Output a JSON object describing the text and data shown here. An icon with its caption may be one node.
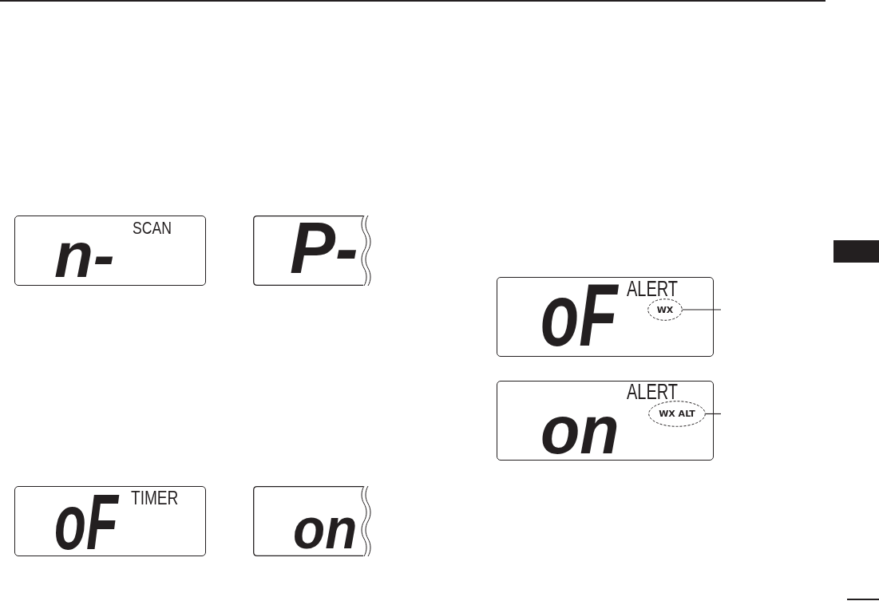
{
  "diagram": {
    "nodes": [
      {
        "text": [
          "n-",
          "SCAN"
        ]
      },
      {
        "text": [
          "P-"
        ]
      },
      {
        "text": [
          "oF",
          "TIMER"
        ]
      },
      {
        "text": [
          "on"
        ]
      },
      {
        "text": [
          "oF",
          "ALERT"
        ]
      },
      {
        "text": [
          "WX"
        ],
        "in": 4
      },
      {
        "text": [
          "on",
          "ALERT"
        ]
      },
      {
        "text": [
          "WX ALT"
        ],
        "in": 6
      }
    ],
    "edges": [
      {
        "from": 5,
        "to": null,
        "arrow": "none"
      },
      {
        "from": 7,
        "to": null,
        "arrow": "none"
      }
    ]
  }
}
